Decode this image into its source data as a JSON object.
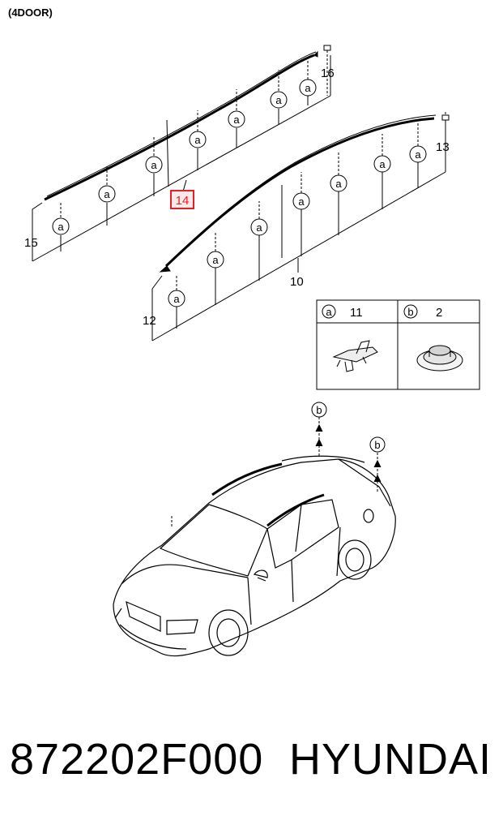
{
  "header": {
    "variant": "(4DOOR)"
  },
  "callouts": {
    "c16": "16",
    "c15": "15",
    "c14": "14",
    "c13": "13",
    "c12": "12",
    "c10": "10"
  },
  "clip_a": "a",
  "clip_b": "b",
  "legend": {
    "a_symbol": "a",
    "a_part": "11",
    "b_symbol": "b",
    "b_part": "2"
  },
  "highlight_color": "#e0202a",
  "footer": {
    "part_number": "872202F000",
    "brand": "HYUNDAI"
  }
}
